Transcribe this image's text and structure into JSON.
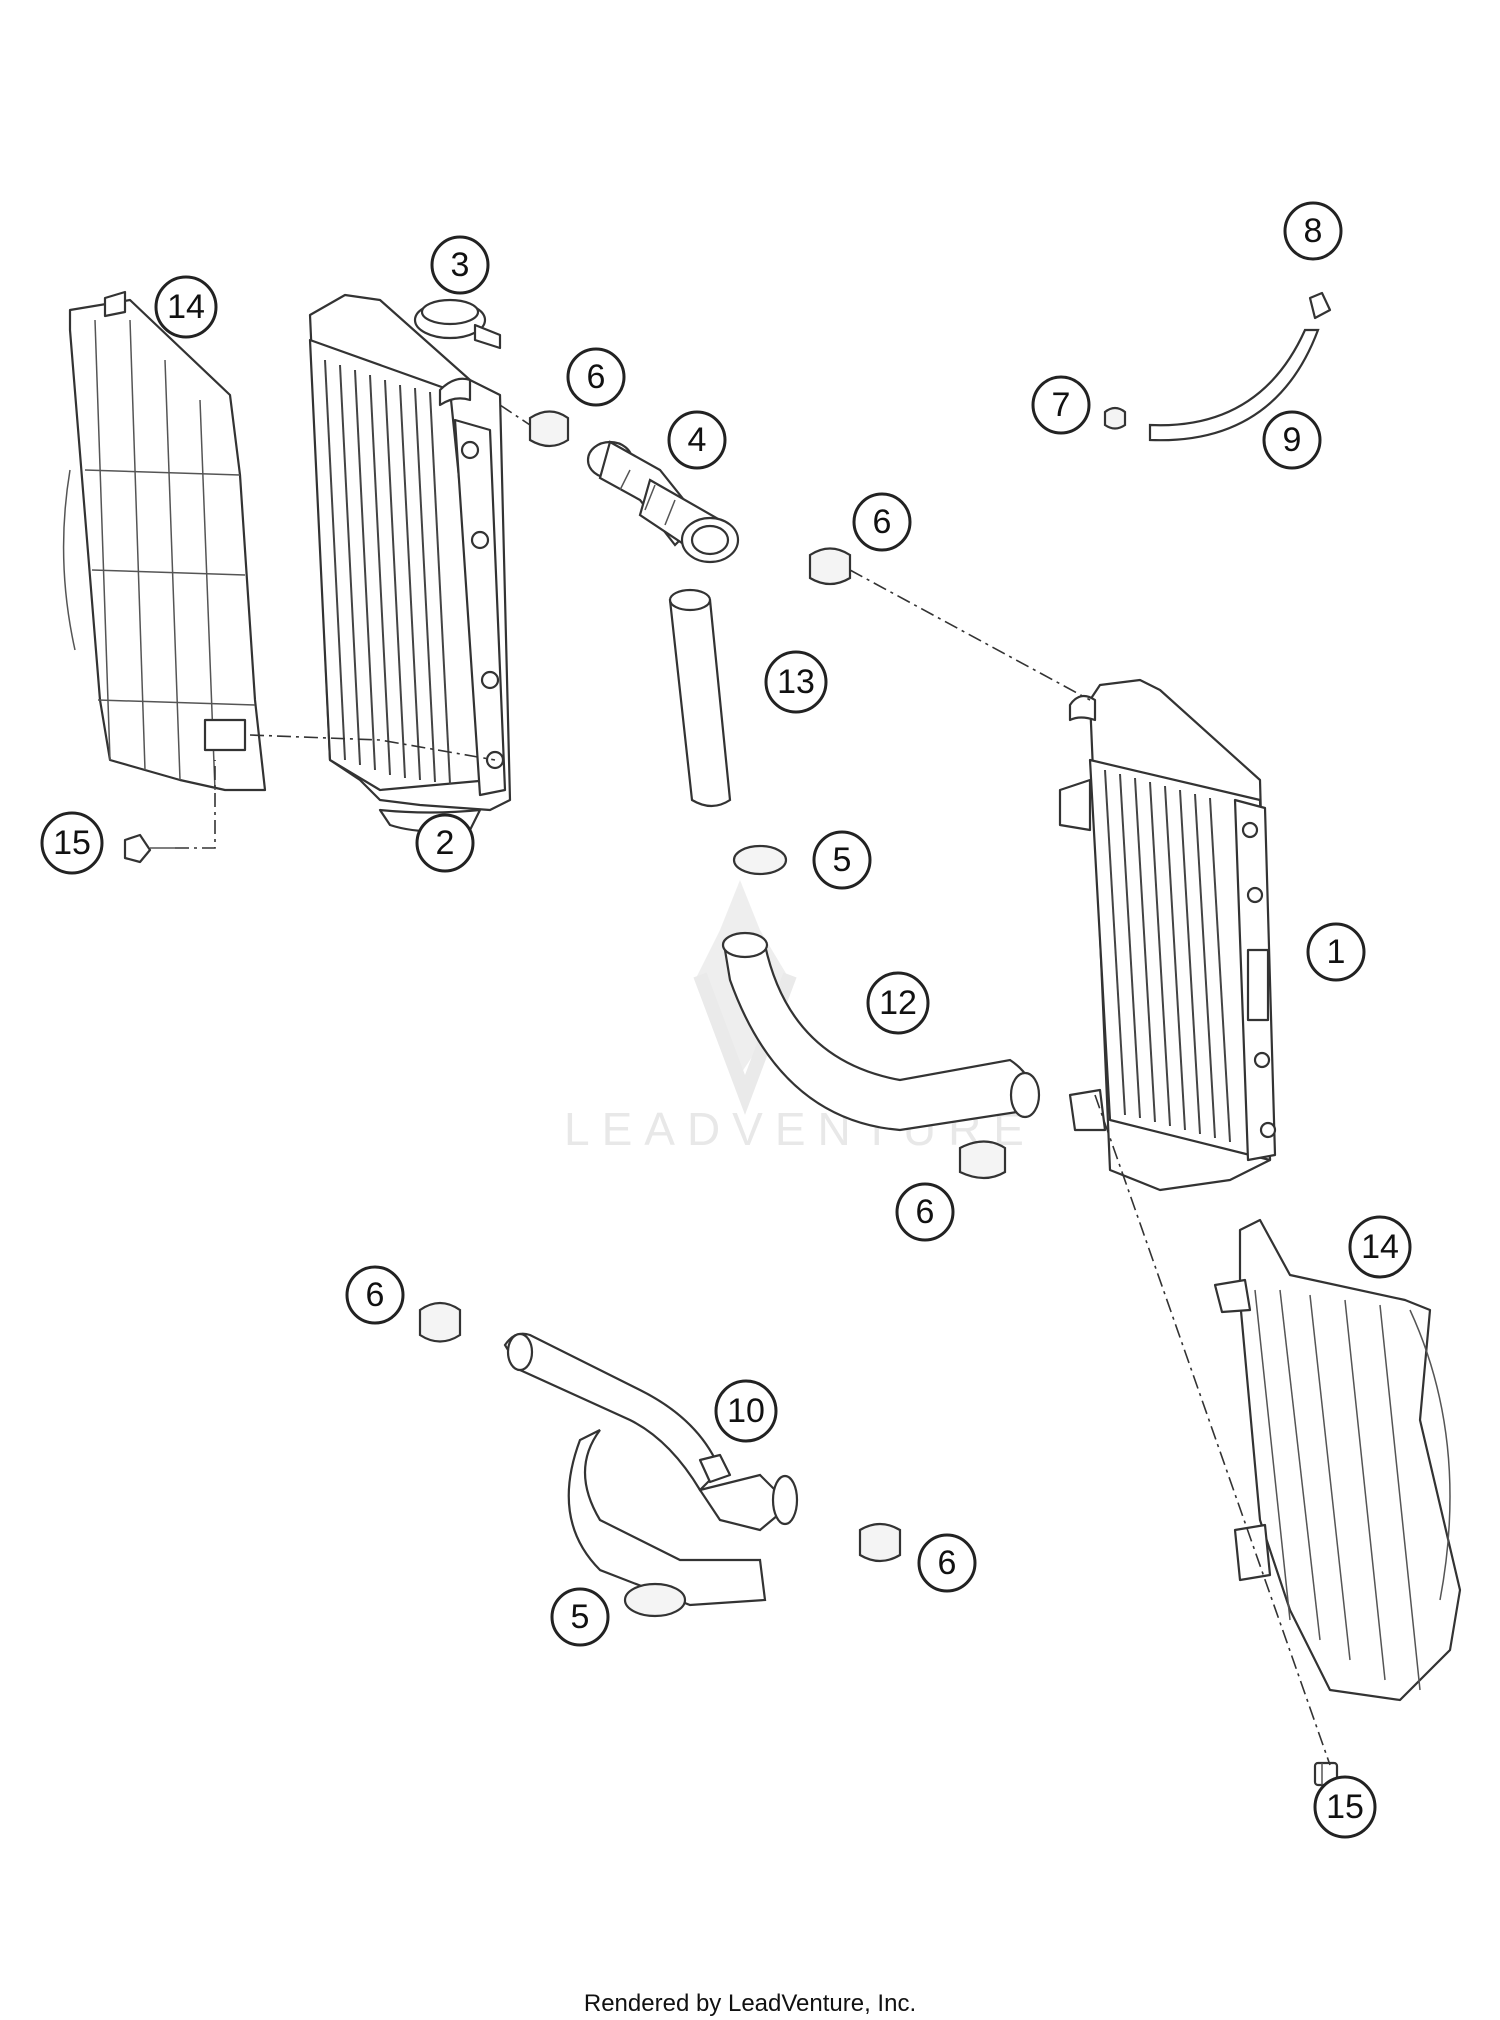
{
  "diagram": {
    "callouts": [
      {
        "id": "c1",
        "label": "1"
      },
      {
        "id": "c2",
        "label": "2"
      },
      {
        "id": "c3",
        "label": "3"
      },
      {
        "id": "c4",
        "label": "4"
      },
      {
        "id": "c5a",
        "label": "5"
      },
      {
        "id": "c5b",
        "label": "5"
      },
      {
        "id": "c6a",
        "label": "6"
      },
      {
        "id": "c6b",
        "label": "6"
      },
      {
        "id": "c6c",
        "label": "6"
      },
      {
        "id": "c6d",
        "label": "6"
      },
      {
        "id": "c6e",
        "label": "6"
      },
      {
        "id": "c7",
        "label": "7"
      },
      {
        "id": "c8",
        "label": "8"
      },
      {
        "id": "c9",
        "label": "9"
      },
      {
        "id": "c10",
        "label": "10"
      },
      {
        "id": "c12",
        "label": "12"
      },
      {
        "id": "c13",
        "label": "13"
      },
      {
        "id": "c14a",
        "label": "14"
      },
      {
        "id": "c14b",
        "label": "14"
      },
      {
        "id": "c15a",
        "label": "15"
      },
      {
        "id": "c15b",
        "label": "15"
      }
    ],
    "watermark": "LEADVENTURE"
  },
  "footer": {
    "text": "Rendered by LeadVenture, Inc."
  }
}
